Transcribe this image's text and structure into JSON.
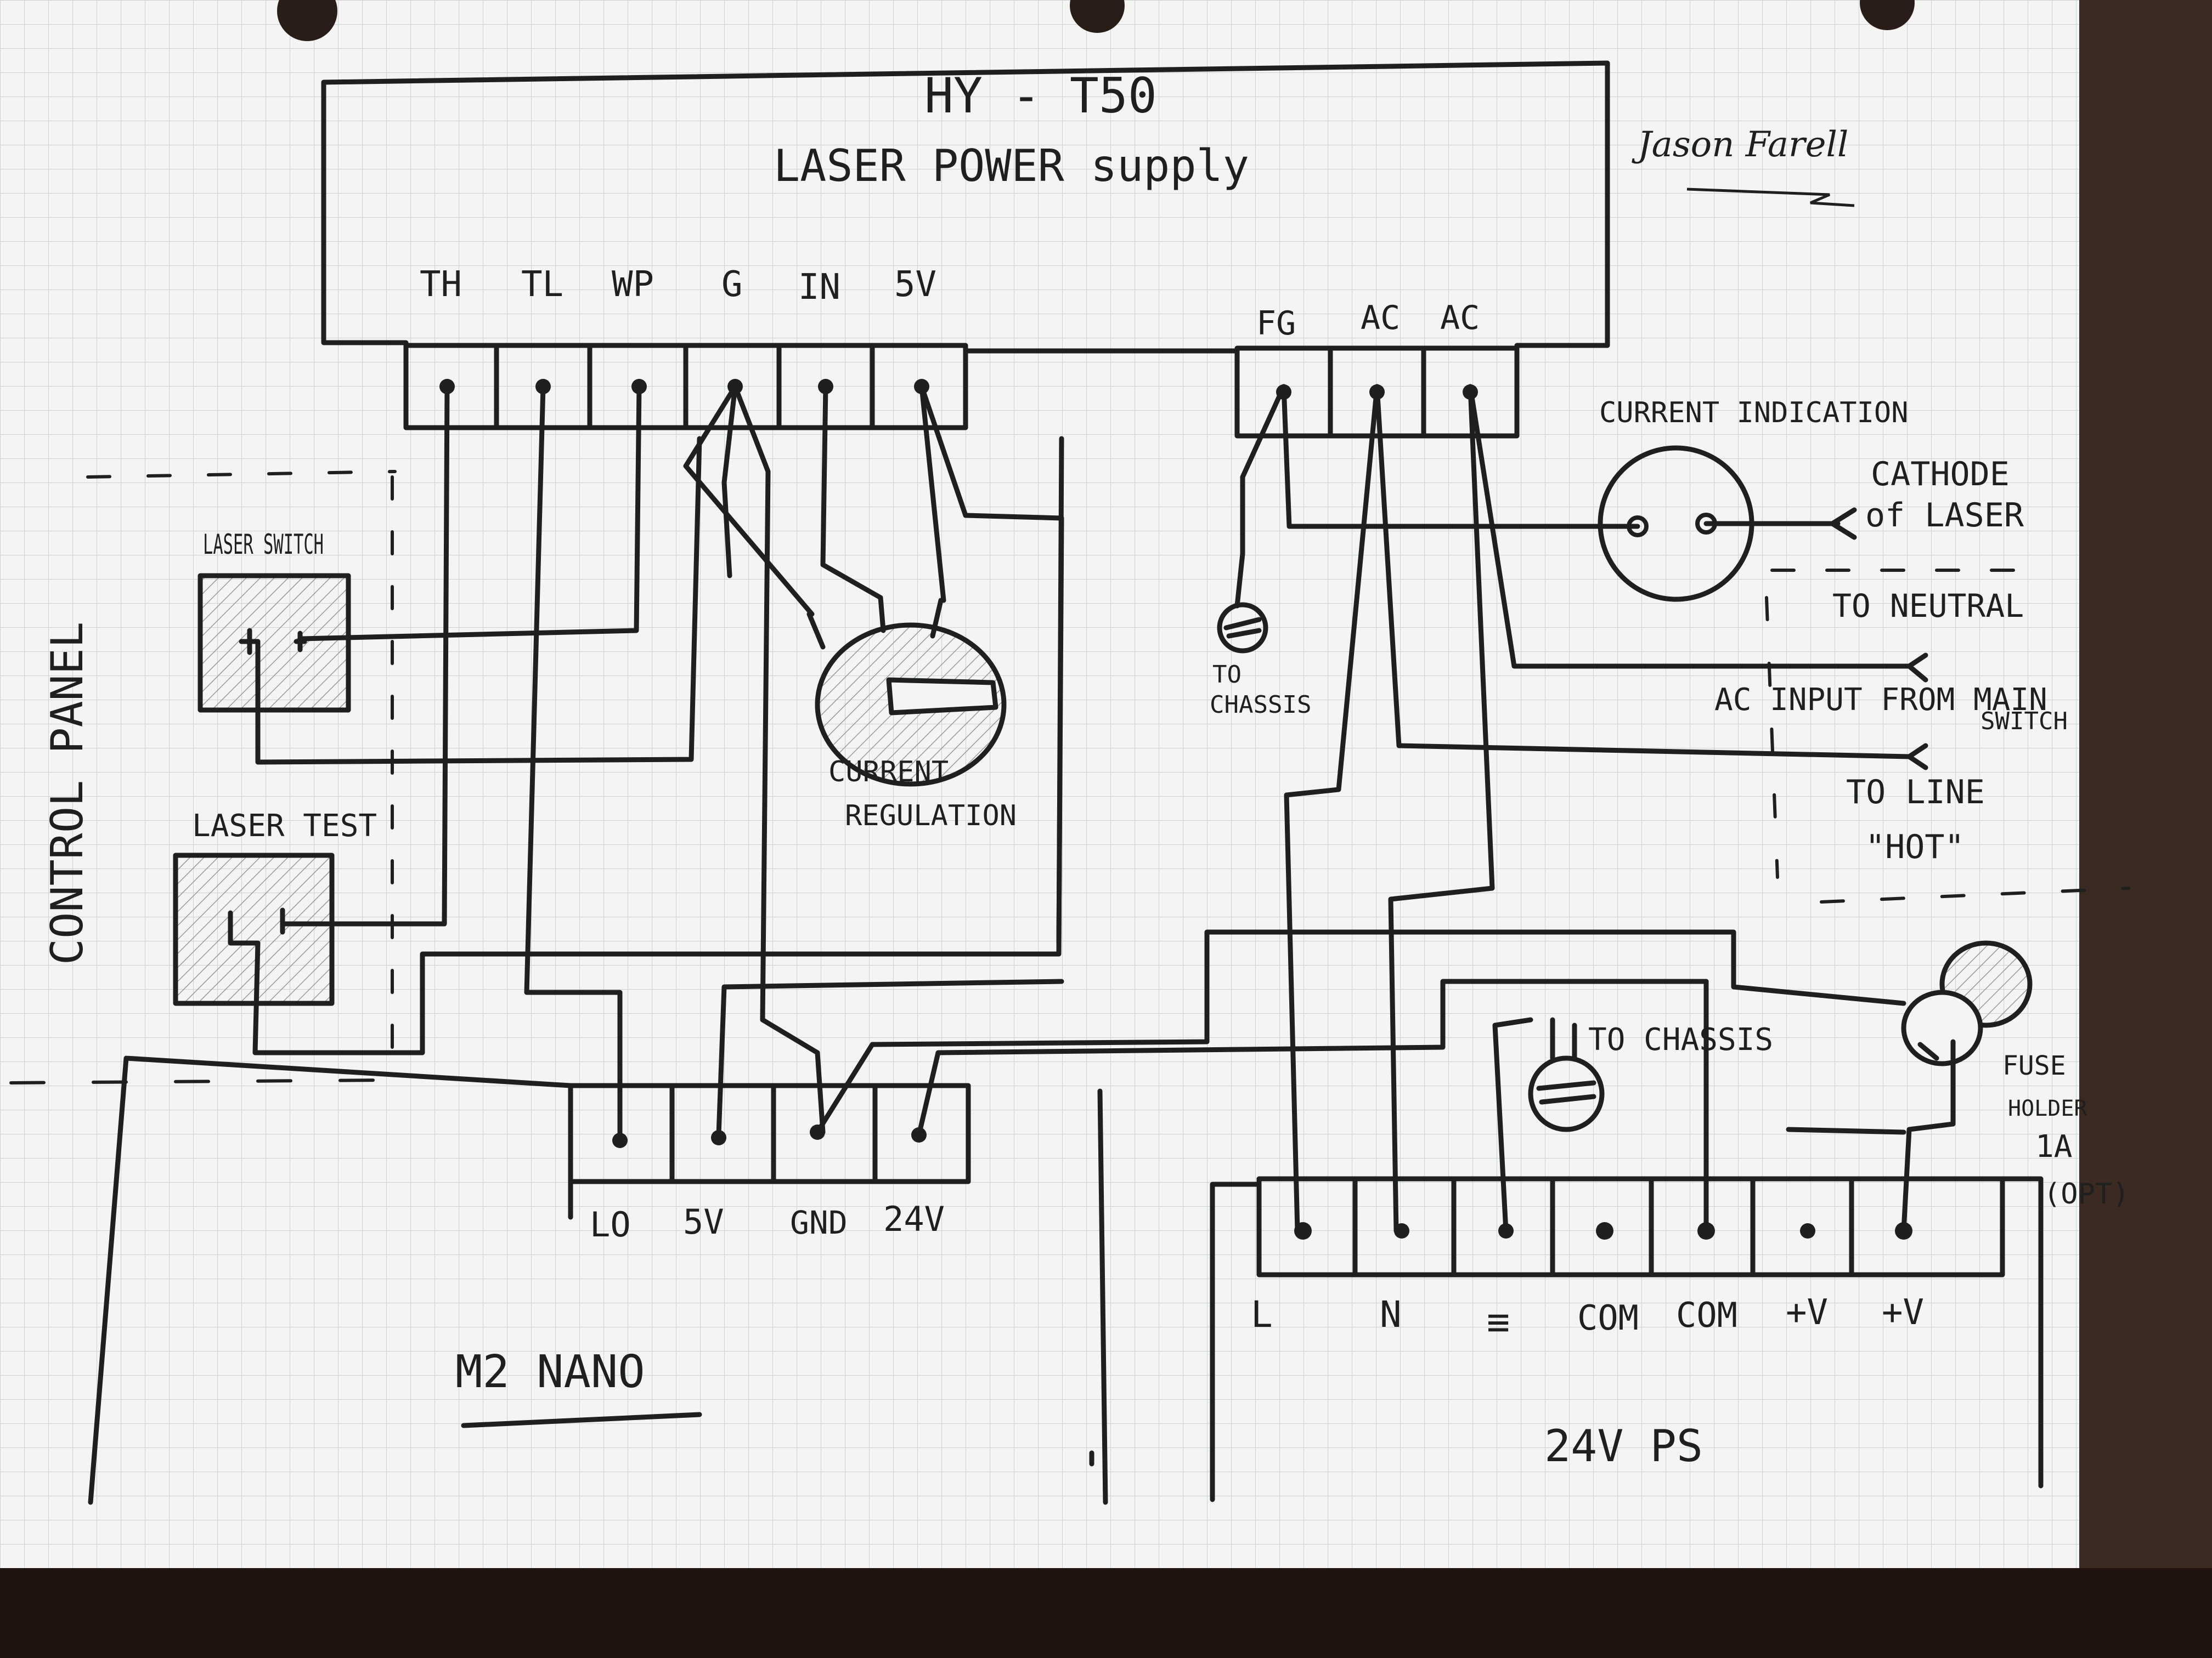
{
  "psu": {
    "title_line1": "HY - T50",
    "title_line2": "LASER POWER supply",
    "terminals_left": [
      "TH",
      "TL",
      "WP",
      "G",
      "IN",
      "5V"
    ],
    "terminals_right": [
      "FG",
      "AC",
      "AC"
    ]
  },
  "author": "Jason Farell",
  "control_panel": {
    "label": "CONTROL PANEL",
    "laser_switch": "LASER SWITCH",
    "laser_test": "LASER TEST"
  },
  "potentiometer": {
    "label_line1": "CURRENT",
    "label_line2": "REGULATION"
  },
  "current_indication": {
    "label": "CURRENT INDICATION",
    "cathode_line1": "CATHODE",
    "cathode_line2": "of LASER"
  },
  "mains": {
    "to_neutral": "TO NEUTRAL",
    "ac_input_line1": "AC INPUT FROM MAIN",
    "ac_input_line2": "SWITCH",
    "to_line_line1": "TO LINE",
    "to_line_line2": "\"HOT\""
  },
  "chassis_label_line1": "TO",
  "chassis_label_line2": "CHASSIS",
  "chassis_label_2": "TO CHASSIS",
  "fuse": {
    "line1": "FUSE",
    "line2": "HOLDER",
    "line3": "1A",
    "line4": "(OPT)"
  },
  "m2nano": {
    "label": "M2 NANO",
    "terminals": [
      "LO",
      "5V",
      "GND",
      "24V"
    ]
  },
  "psu24": {
    "label": "24V PS",
    "terminals": [
      "L",
      "N",
      "≡",
      "COM",
      "COM",
      "+V",
      "+V"
    ]
  },
  "colors": {
    "ink": "#1f1f1f",
    "paper": "#f4f4f2",
    "grid": "#c9d3d8"
  }
}
